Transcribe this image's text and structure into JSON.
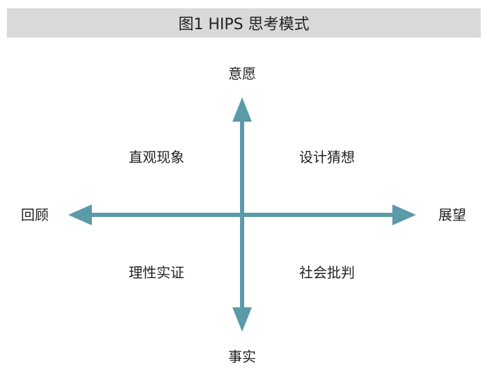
{
  "title": "图1  HIPS 思考模式",
  "axis_color": "#5b9aa8",
  "axes": {
    "top": "意愿",
    "bottom": "事实",
    "left": "回顾",
    "right": "展望"
  },
  "quadrants": {
    "top_left": "直观现象",
    "top_right": "设计猜想",
    "bottom_left": "理性实证",
    "bottom_right": "社会批判"
  }
}
